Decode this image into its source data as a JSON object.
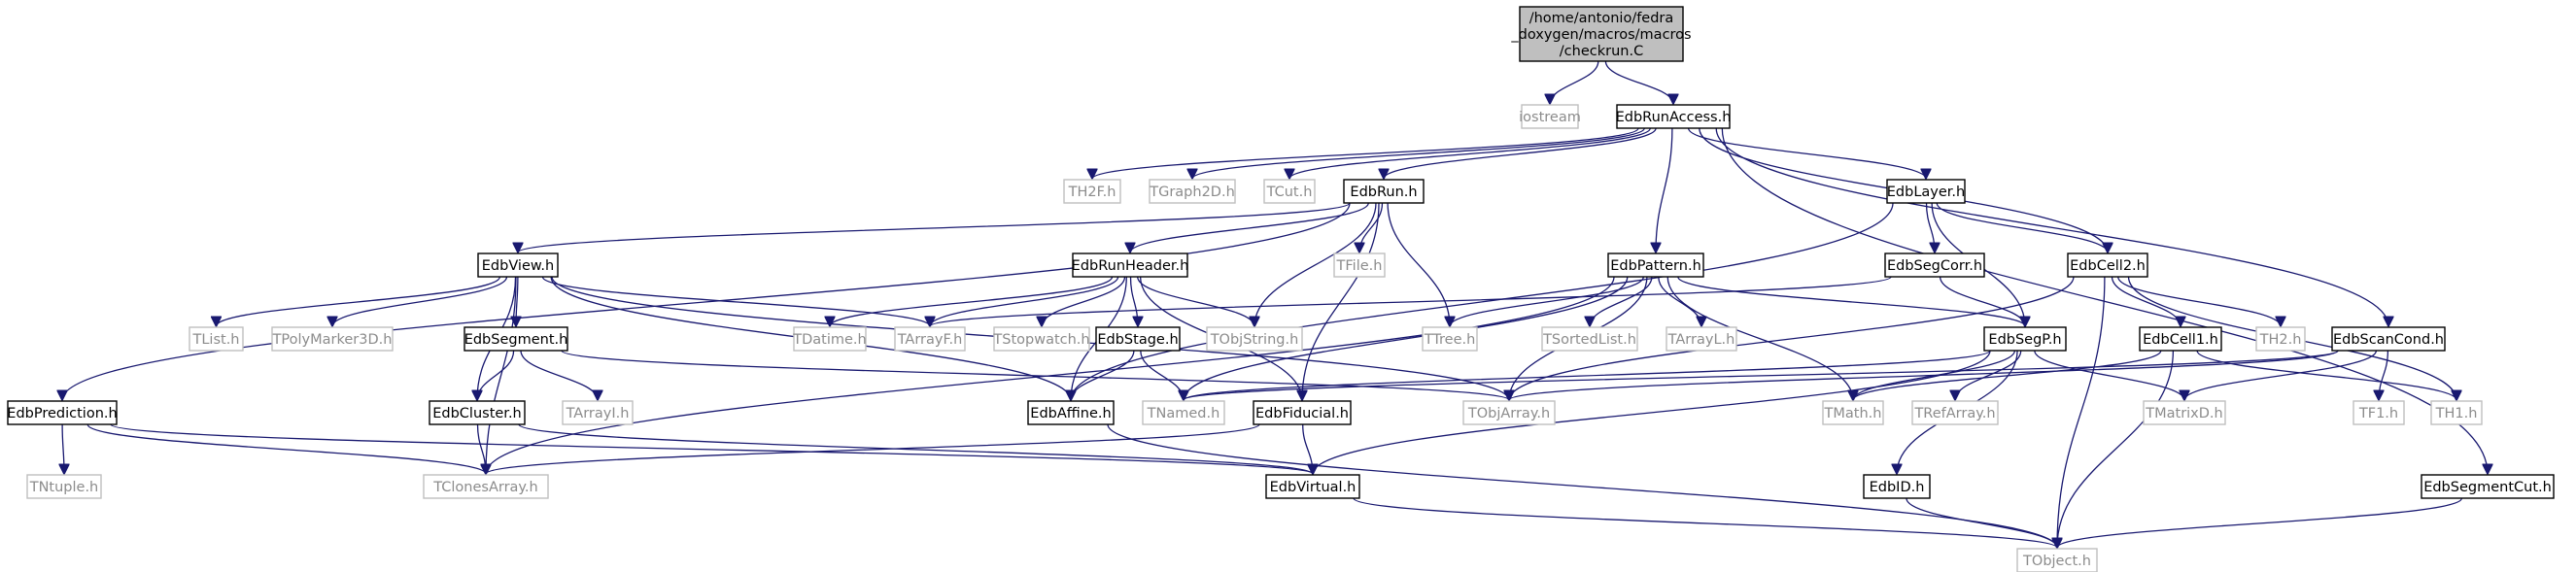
{
  "root": {
    "id": "root",
    "lines": [
      "/home/antonio/fedra",
      "_doxygen/macros/macros",
      "/checkrun.C"
    ]
  },
  "nodes": [
    {
      "id": "iostream",
      "label": "iostream",
      "kind": "ext"
    },
    {
      "id": "EdbRunAccess",
      "label": "EdbRunAccess.h",
      "kind": "local"
    },
    {
      "id": "TH2F",
      "label": "TH2F.h",
      "kind": "ext"
    },
    {
      "id": "TGraph2D",
      "label": "TGraph2D.h",
      "kind": "ext"
    },
    {
      "id": "TCut",
      "label": "TCut.h",
      "kind": "ext"
    },
    {
      "id": "EdbRun",
      "label": "EdbRun.h",
      "kind": "local"
    },
    {
      "id": "EdbLayer",
      "label": "EdbLayer.h",
      "kind": "local"
    },
    {
      "id": "EdbView",
      "label": "EdbView.h",
      "kind": "local"
    },
    {
      "id": "EdbRunHeader",
      "label": "EdbRunHeader.h",
      "kind": "local"
    },
    {
      "id": "TFile",
      "label": "TFile.h",
      "kind": "ext"
    },
    {
      "id": "EdbPattern",
      "label": "EdbPattern.h",
      "kind": "local"
    },
    {
      "id": "EdbSegCorr",
      "label": "EdbSegCorr.h",
      "kind": "local"
    },
    {
      "id": "EdbCell2",
      "label": "EdbCell2.h",
      "kind": "local"
    },
    {
      "id": "TList",
      "label": "TList.h",
      "kind": "ext"
    },
    {
      "id": "TPolyMarker3D",
      "label": "TPolyMarker3D.h",
      "kind": "ext"
    },
    {
      "id": "EdbSegment",
      "label": "EdbSegment.h",
      "kind": "local"
    },
    {
      "id": "TDatime",
      "label": "TDatime.h",
      "kind": "ext"
    },
    {
      "id": "TArrayF",
      "label": "TArrayF.h",
      "kind": "ext"
    },
    {
      "id": "TStopwatch",
      "label": "TStopwatch.h",
      "kind": "ext"
    },
    {
      "id": "EdbStage",
      "label": "EdbStage.h",
      "kind": "local"
    },
    {
      "id": "TObjString",
      "label": "TObjString.h",
      "kind": "ext"
    },
    {
      "id": "TTree",
      "label": "TTree.h",
      "kind": "ext"
    },
    {
      "id": "TSortedList",
      "label": "TSortedList.h",
      "kind": "ext"
    },
    {
      "id": "TArrayL",
      "label": "TArrayL.h",
      "kind": "ext"
    },
    {
      "id": "EdbSegP",
      "label": "EdbSegP.h",
      "kind": "local"
    },
    {
      "id": "EdbCell1",
      "label": "EdbCell1.h",
      "kind": "local"
    },
    {
      "id": "TH2",
      "label": "TH2.h",
      "kind": "ext"
    },
    {
      "id": "EdbScanCond",
      "label": "EdbScanCond.h",
      "kind": "local"
    },
    {
      "id": "EdbPrediction",
      "label": "EdbPrediction.h",
      "kind": "local"
    },
    {
      "id": "EdbCluster",
      "label": "EdbCluster.h",
      "kind": "local"
    },
    {
      "id": "TArrayI",
      "label": "TArrayI.h",
      "kind": "ext"
    },
    {
      "id": "EdbAffine",
      "label": "EdbAffine.h",
      "kind": "local"
    },
    {
      "id": "TNamed",
      "label": "TNamed.h",
      "kind": "ext"
    },
    {
      "id": "EdbFiducial",
      "label": "EdbFiducial.h",
      "kind": "local"
    },
    {
      "id": "TObjArray",
      "label": "TObjArray.h",
      "kind": "ext"
    },
    {
      "id": "TMath",
      "label": "TMath.h",
      "kind": "ext"
    },
    {
      "id": "TRefArray",
      "label": "TRefArray.h",
      "kind": "ext"
    },
    {
      "id": "TMatrixD",
      "label": "TMatrixD.h",
      "kind": "ext"
    },
    {
      "id": "TF1",
      "label": "TF1.h",
      "kind": "ext"
    },
    {
      "id": "TH1",
      "label": "TH1.h",
      "kind": "ext"
    },
    {
      "id": "TNtuple",
      "label": "TNtuple.h",
      "kind": "ext"
    },
    {
      "id": "TClonesArray",
      "label": "TClonesArray.h",
      "kind": "ext"
    },
    {
      "id": "EdbVirtual",
      "label": "EdbVirtual.h",
      "kind": "local"
    },
    {
      "id": "EdbID",
      "label": "EdbID.h",
      "kind": "local"
    },
    {
      "id": "EdbSegmentCut",
      "label": "EdbSegmentCut.h",
      "kind": "local"
    },
    {
      "id": "TObject",
      "label": "TObject.h",
      "kind": "ext"
    }
  ],
  "edges": [
    [
      "root",
      "iostream"
    ],
    [
      "root",
      "EdbRunAccess"
    ],
    [
      "EdbRunAccess",
      "TH2F"
    ],
    [
      "EdbRunAccess",
      "TGraph2D"
    ],
    [
      "EdbRunAccess",
      "TCut"
    ],
    [
      "EdbRunAccess",
      "EdbRun"
    ],
    [
      "EdbRunAccess",
      "EdbPattern"
    ],
    [
      "EdbRunAccess",
      "EdbLayer"
    ],
    [
      "EdbRunAccess",
      "EdbCell2"
    ],
    [
      "EdbRunAccess",
      "EdbScanCond"
    ],
    [
      "EdbRunAccess",
      "EdbSegmentCut"
    ],
    [
      "EdbRun",
      "EdbView"
    ],
    [
      "EdbRun",
      "EdbRunHeader"
    ],
    [
      "EdbRun",
      "TFile"
    ],
    [
      "EdbRun",
      "TObjString"
    ],
    [
      "EdbRun",
      "TTree"
    ],
    [
      "EdbRun",
      "EdbFiducial"
    ],
    [
      "EdbRun",
      "EdbPrediction"
    ],
    [
      "EdbView",
      "TList"
    ],
    [
      "EdbView",
      "TPolyMarker3D"
    ],
    [
      "EdbView",
      "EdbSegment"
    ],
    [
      "EdbView",
      "EdbCluster"
    ],
    [
      "EdbView",
      "TArrayF"
    ],
    [
      "EdbView",
      "TObjArray"
    ],
    [
      "EdbView",
      "EdbAffine"
    ],
    [
      "EdbView",
      "TClonesArray"
    ],
    [
      "EdbRunHeader",
      "TDatime"
    ],
    [
      "EdbRunHeader",
      "TArrayF"
    ],
    [
      "EdbRunHeader",
      "TStopwatch"
    ],
    [
      "EdbRunHeader",
      "EdbStage"
    ],
    [
      "EdbRunHeader",
      "TObjString"
    ],
    [
      "EdbRunHeader",
      "EdbFiducial"
    ],
    [
      "EdbRunHeader",
      "EdbAffine"
    ],
    [
      "EdbSegment",
      "EdbCluster"
    ],
    [
      "EdbSegment",
      "TArrayI"
    ],
    [
      "EdbSegment",
      "TObjArray"
    ],
    [
      "EdbCluster",
      "TClonesArray"
    ],
    [
      "EdbCluster",
      "EdbVirtual"
    ],
    [
      "EdbStage",
      "EdbAffine"
    ],
    [
      "EdbStage",
      "TNamed"
    ],
    [
      "EdbFiducial",
      "EdbVirtual"
    ],
    [
      "EdbFiducial",
      "TClonesArray"
    ],
    [
      "EdbAffine",
      "TObject"
    ],
    [
      "EdbPrediction",
      "TNtuple"
    ],
    [
      "EdbPrediction",
      "TClonesArray"
    ],
    [
      "EdbPrediction",
      "EdbVirtual"
    ],
    [
      "EdbLayer",
      "EdbSegCorr"
    ],
    [
      "EdbLayer",
      "EdbCell2"
    ],
    [
      "EdbLayer",
      "EdbSegP"
    ],
    [
      "EdbLayer",
      "EdbAffine"
    ],
    [
      "EdbPattern",
      "TTree"
    ],
    [
      "EdbPattern",
      "TSortedList"
    ],
    [
      "EdbPattern",
      "TArrayL"
    ],
    [
      "EdbPattern",
      "EdbSegP"
    ],
    [
      "EdbPattern",
      "TObjArray"
    ],
    [
      "EdbPattern",
      "TMath"
    ],
    [
      "EdbPattern",
      "TClonesArray"
    ],
    [
      "EdbPattern",
      "TNamed"
    ],
    [
      "EdbSegCorr",
      "EdbSegP"
    ],
    [
      "EdbSegCorr",
      "TArrayF"
    ],
    [
      "EdbSegP",
      "TMath"
    ],
    [
      "EdbSegP",
      "TRefArray"
    ],
    [
      "EdbSegP",
      "TMatrixD"
    ],
    [
      "EdbSegP",
      "EdbID"
    ],
    [
      "EdbSegP",
      "EdbVirtual"
    ],
    [
      "EdbSegP",
      "TNamed"
    ],
    [
      "EdbCell2",
      "EdbCell1"
    ],
    [
      "EdbCell2",
      "TH2"
    ],
    [
      "EdbCell2",
      "TH1"
    ],
    [
      "EdbCell2",
      "TObjArray"
    ],
    [
      "EdbCell2",
      "TObject"
    ],
    [
      "EdbCell1",
      "TMath"
    ],
    [
      "EdbCell1",
      "TH1"
    ],
    [
      "EdbCell1",
      "TObject"
    ],
    [
      "EdbScanCond",
      "TF1"
    ],
    [
      "EdbScanCond",
      "TMatrixD"
    ],
    [
      "EdbScanCond",
      "TObjArray"
    ],
    [
      "EdbScanCond",
      "TNamed"
    ],
    [
      "EdbID",
      "TObject"
    ],
    [
      "EdbVirtual",
      "TObject"
    ],
    [
      "EdbSegmentCut",
      "TObject"
    ]
  ]
}
